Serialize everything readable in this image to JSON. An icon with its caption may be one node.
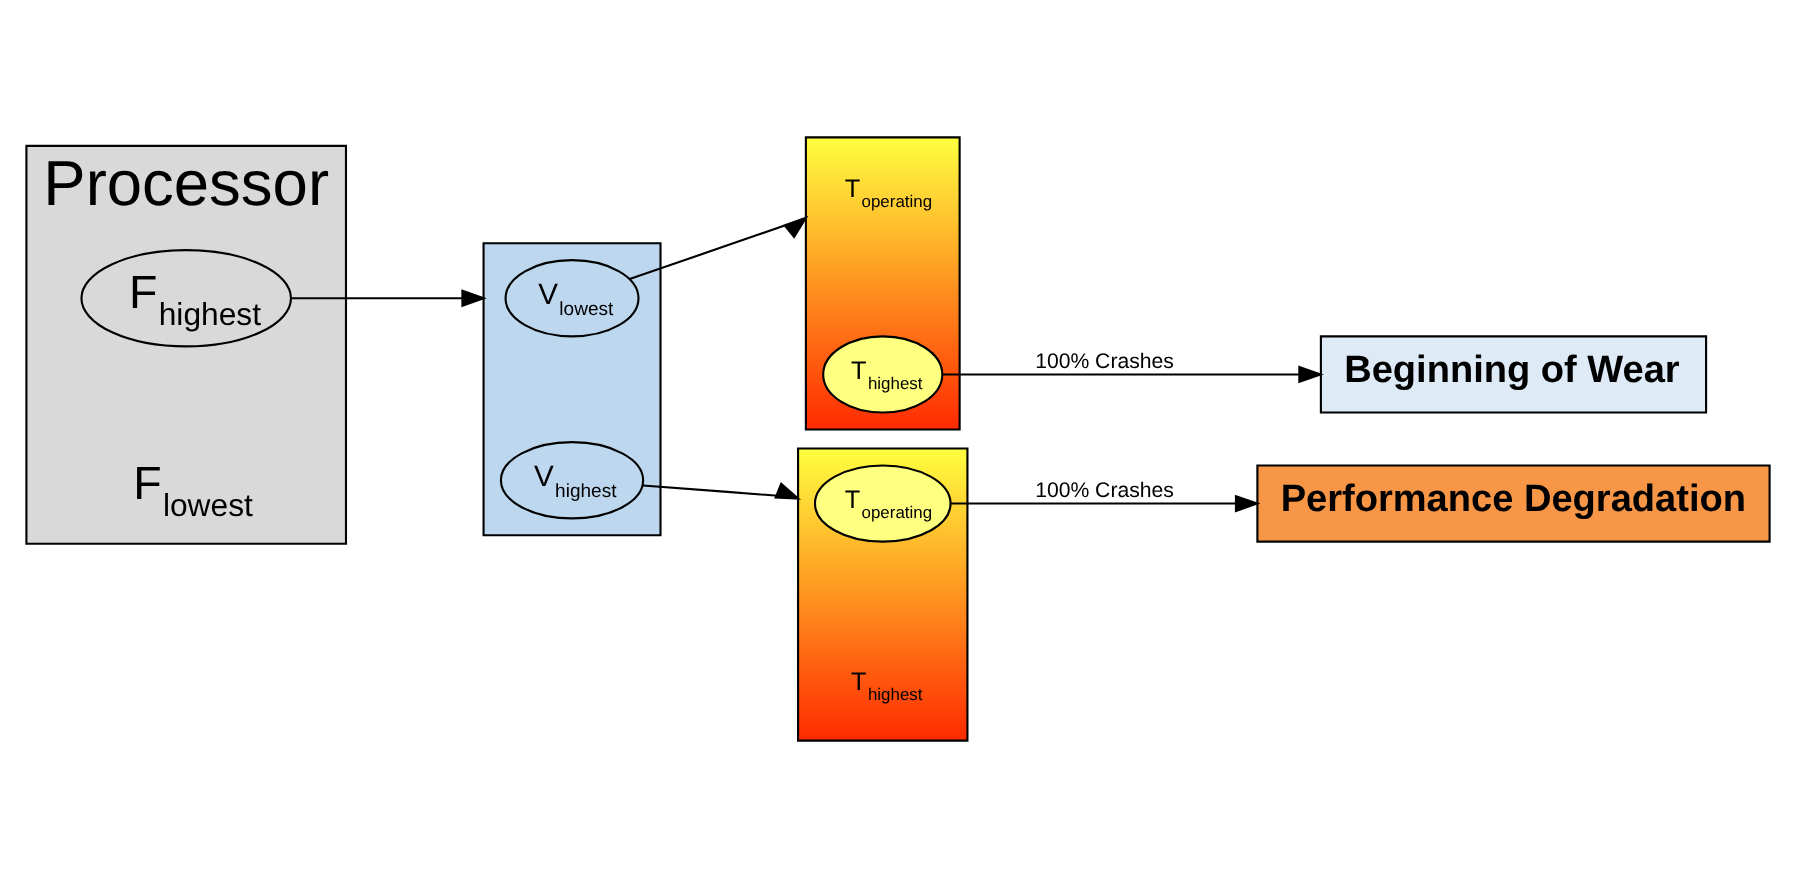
{
  "diagram": {
    "nodes": [
      {
        "text": [
          "Processor"
        ]
      },
      {
        "text": [
          "F$_{highest}$"
        ],
        "in": 0
      },
      {
        "text": [
          "F$_{lowest}$"
        ],
        "in": 0
      },
      {
        "text": [],
        "shape": "box"
      },
      {
        "text": [
          "V$_{lowest}$"
        ],
        "in": 3
      },
      {
        "text": [
          "V$_{highest}$"
        ],
        "in": 3
      },
      {
        "text": [],
        "shape": "box"
      },
      {
        "text": [
          "T$_{operating}$"
        ],
        "in": 6
      },
      {
        "text": [
          "T$_{highest}$"
        ],
        "in": 6
      },
      {
        "text": [
          "Beginning of Wear"
        ]
      },
      {
        "text": [],
        "shape": "box"
      },
      {
        "text": [
          "T$_{operating}$"
        ],
        "in": 10
      },
      {
        "text": [
          "T$_{highest}$"
        ],
        "in": 10
      },
      {
        "text": [
          "Performance Degradation"
        ]
      }
    ],
    "edges": [
      {
        "from": 1,
        "to": 3,
        "arrow": "to"
      },
      {
        "from": 4,
        "to": 6,
        "arrow": "to"
      },
      {
        "from": 8,
        "to": 9,
        "arrow": "to",
        "label": "100% Crashes"
      },
      {
        "from": 5,
        "to": 10,
        "arrow": "to"
      },
      {
        "from": 11,
        "to": 13,
        "arrow": "to",
        "label": "100% Crashes"
      }
    ]
  }
}
